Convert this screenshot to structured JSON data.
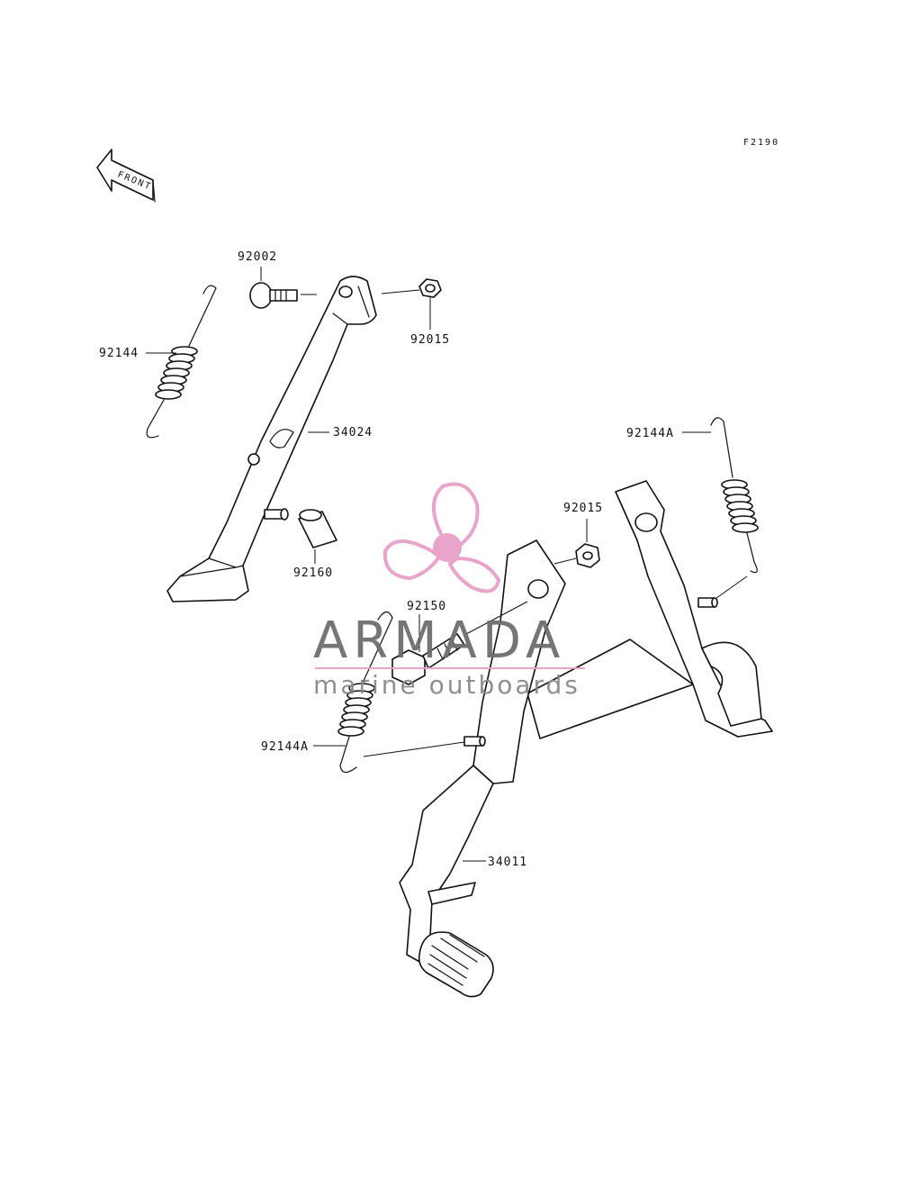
{
  "diagram_code": "F2190",
  "front_label": "FRONT",
  "parts": {
    "p92002": "92002",
    "p92015_top": "92015",
    "p92144": "92144",
    "p34024": "34024",
    "p92160": "92160",
    "p92144A_right": "92144A",
    "p92015_mid": "92015",
    "p92150": "92150",
    "p92144A_left": "92144A",
    "p34011": "34011"
  },
  "watermark": {
    "brand": "ARMADA",
    "tagline": "marine outboards",
    "logo_color": "#e8a0c8",
    "text_color": "#6e6e6e"
  }
}
